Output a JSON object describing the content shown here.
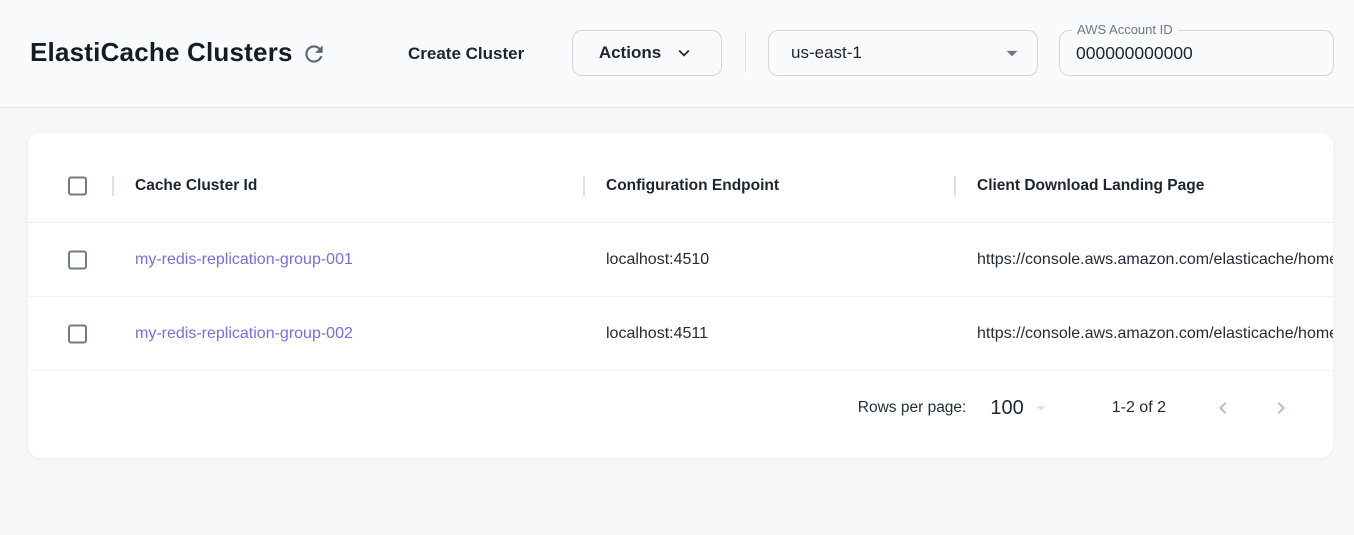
{
  "header": {
    "title": "ElastiCache Clusters",
    "create_cluster_label": "Create Cluster",
    "actions_label": "Actions",
    "region_selected": "us-east-1",
    "account_id_label": "AWS Account ID",
    "account_id_value": "000000000000"
  },
  "table": {
    "columns": [
      "Cache Cluster Id",
      "Configuration Endpoint",
      "Client Download Landing Page"
    ],
    "rows": [
      {
        "cache_cluster_id": "my-redis-replication-group-001",
        "configuration_endpoint": "localhost:4510",
        "client_download_landing_page": "https://console.aws.amazon.com/elasticache/home"
      },
      {
        "cache_cluster_id": "my-redis-replication-group-002",
        "configuration_endpoint": "localhost:4511",
        "client_download_landing_page": "https://console.aws.amazon.com/elasticache/home"
      }
    ],
    "pagination": {
      "rows_per_page_label": "Rows per page:",
      "rows_per_page_value": "100",
      "range_label": "1-2 of 2"
    }
  },
  "colors": {
    "link": "#7a6ce0",
    "title_text": "#141c28",
    "border": "#d3d7dd",
    "topbar_bg": "#f9fafb",
    "page_bg": "#f5f6f8",
    "disabled_icon": "#b8bfc9"
  }
}
